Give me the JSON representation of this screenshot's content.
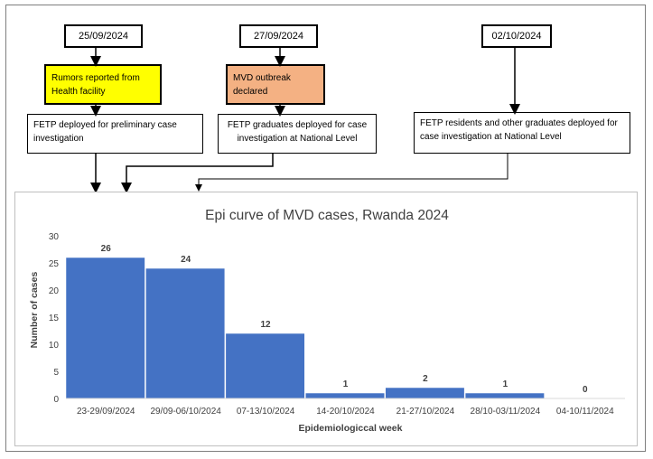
{
  "timeline": {
    "dates": [
      "25/09/2024",
      "27/09/2024",
      "02/10/2024"
    ],
    "events": [
      "Rumors reported from Health facility",
      "MVD outbreak declared"
    ],
    "deployments": [
      "FETP deployed for preliminary case investigation",
      "FETP graduates deployed for case investigation at National Level",
      "FETP residents and other graduates deployed for case investigation at National Level"
    ],
    "colors": {
      "rumors": "#ffff00",
      "declared": "#f4b183"
    }
  },
  "chart_data": {
    "type": "bar",
    "title": "Epi curve of MVD cases, Rwanda 2024",
    "xlabel": "Epidemiologiccal week",
    "ylabel": "Number of cases",
    "categories": [
      "23-29/09/2024",
      "29/09-06/10/2024",
      "07-13/10/2024",
      "14-20/10/2024",
      "21-27/10/2024",
      "28/10-03/11/2024",
      "04-10/11/2024"
    ],
    "values": [
      26,
      24,
      12,
      1,
      2,
      1,
      0
    ],
    "ylim": [
      0,
      30
    ],
    "yticks": [
      0,
      5,
      10,
      15,
      20,
      25,
      30
    ],
    "bar_color": "#4472c4",
    "grid": false
  }
}
